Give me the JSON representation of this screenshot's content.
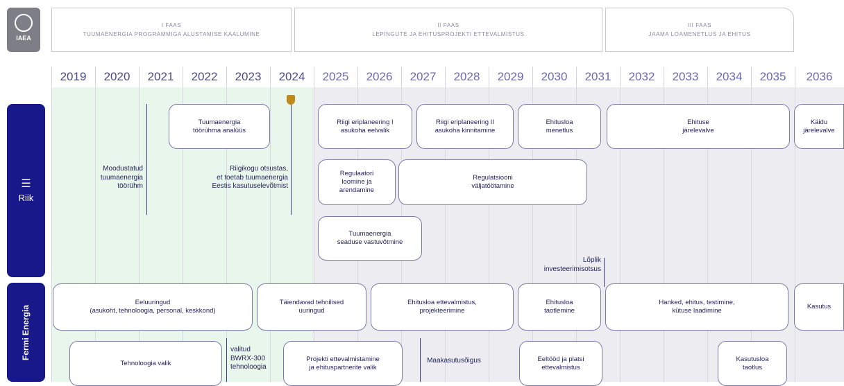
{
  "logo": {
    "text": "IAEA"
  },
  "phases": [
    {
      "id": "I",
      "title": "I FAAS",
      "subtitle": "TUUMAENERGIA PROGRAMMIGA ALUSTAMISE KAALUMINE"
    },
    {
      "id": "II",
      "title": "II FAAS",
      "subtitle": "LEPINGUTE JA EHITUSPROJEKTI ETTEVALMISTUS"
    },
    {
      "id": "III",
      "title": "III FAAS",
      "subtitle": "JAAMA LOAMENETLUS JA EHITUS"
    }
  ],
  "years": [
    "2019",
    "2020",
    "2021",
    "2022",
    "2023",
    "2024",
    "2025",
    "2026",
    "2027",
    "2028",
    "2029",
    "2030",
    "2031",
    "2032",
    "2033",
    "2034",
    "2035",
    "2036"
  ],
  "rows": {
    "riik": {
      "label": "Riik"
    },
    "fermi": {
      "label": "Fermi Energia"
    }
  },
  "riik": {
    "workgroup_analysis": "Tuumaenergia\ntöörühma analüüs",
    "workgroup_formed": "Moodustatud\ntuumaenergia\ntöörühm",
    "parliament_decision": "Riigikogu otsustas,\net toetab tuumaenergia\nEestis kasutuselevõtmist",
    "planning_1": "Riigi eriplaneering I\nasukoha eelvalik",
    "planning_2": "Riigi eriplaneering II\nasukoha kinnitamine",
    "building_permit": "Ehitusloa\nmenetlus",
    "construction_supervision": "Ehituse\njärelevalve",
    "operation_supervision": "Käidu\njärelevalve",
    "regulator": "Regulaatori\nloomine ja\narendamine",
    "regulation": "Regulatsiooni\nväljatöötamine",
    "law": "Tuumaenergia\nseaduse vastuvõtmine",
    "final_investment": "Lõplik\ninvesteerimisotsus"
  },
  "fermi": {
    "pre_studies": "Eeluuringud\n(asukoht, tehnoloogia, personal, keskkond)",
    "additional_studies": "Täiendavad tehnilised\nuuringud",
    "permit_preparation": "Ehitusloa ettevalmistus,\nprojekteerimine",
    "permit_application": "Ehitusloa\ntaotlemine",
    "procurement": "Hanked, ehitus, testimine,\nkütuse laadimine",
    "operation": "Kasutus",
    "tech_choice": "Tehnoloogia valik",
    "bwrx": "valitud\nBWRX-300\ntehnoloogia",
    "project_prep": "Projekti ettevalmistamine\nja ehituspartnerite valik",
    "land_use": "Maakasutusõigus",
    "site_prep": "Eeltööd ja platsi\nettevalmistus",
    "use_permit": "Kasutusloa\ntaotlus"
  },
  "colors": {
    "navy": "#18188a",
    "past_bg": "#e8f5ea",
    "future_bg": "#efeff2",
    "gold": "#c08a1a"
  }
}
